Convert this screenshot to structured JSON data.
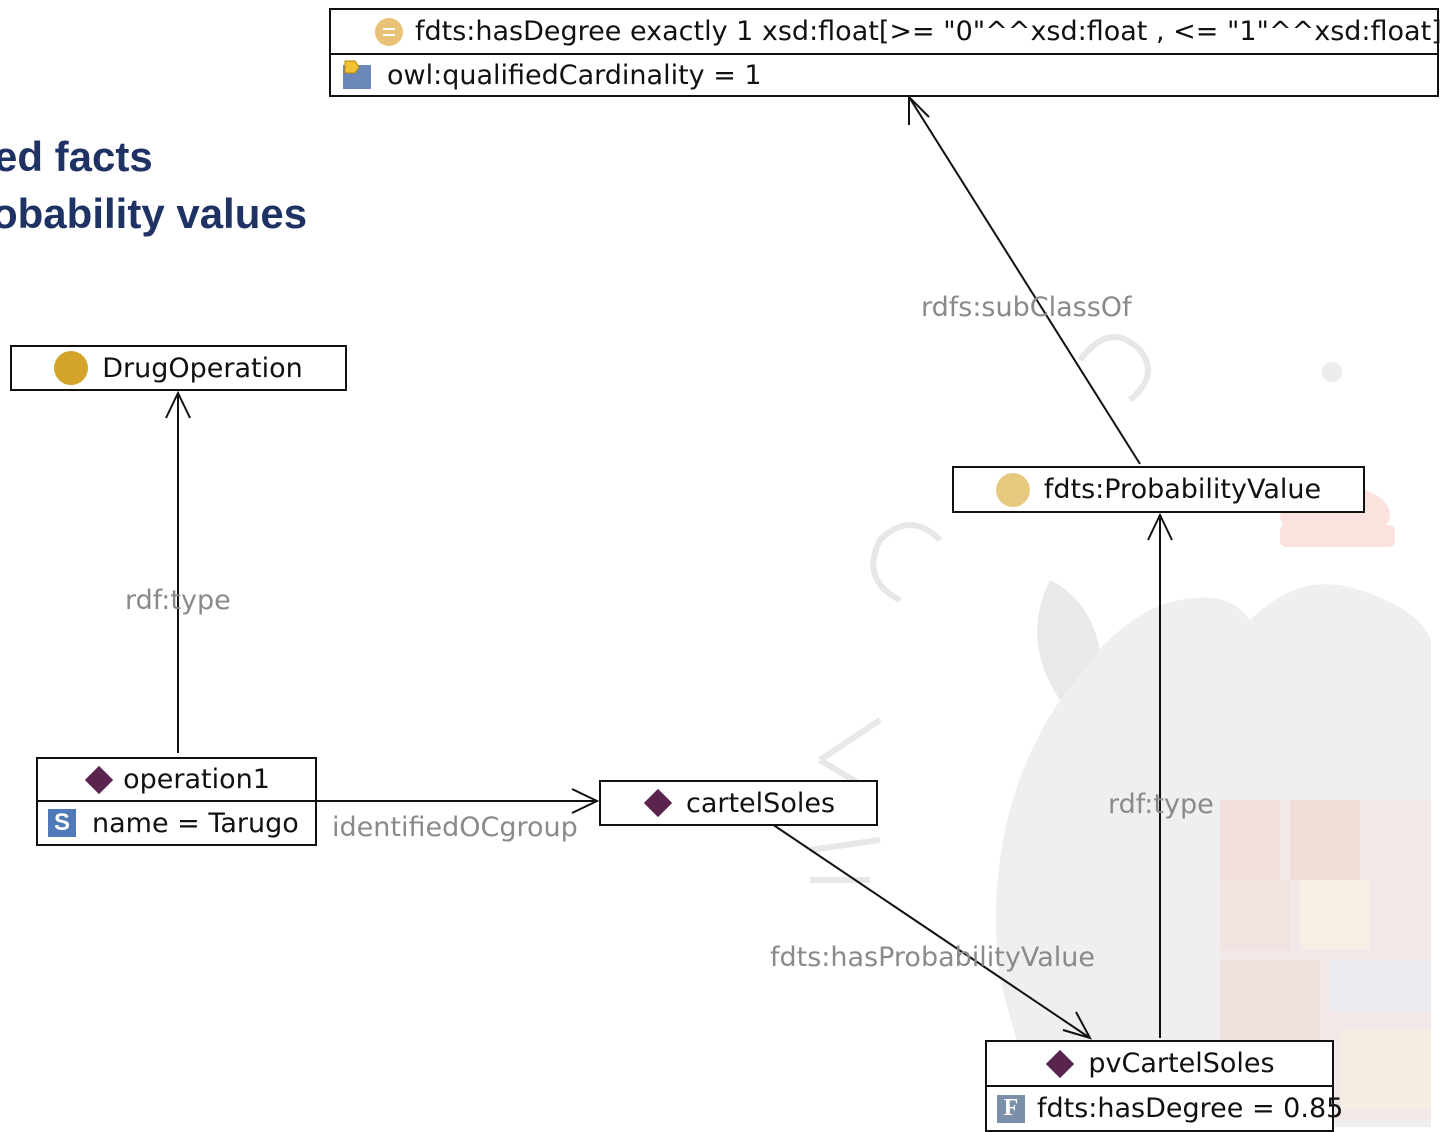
{
  "title": {
    "line1": "ed facts",
    "line2": "obability values"
  },
  "nodes": {
    "restriction": {
      "expr": "fdts:hasDegree exactly 1 xsd:float[>= \"0\"^^xsd:float , <= \"1\"^^xsd:float]",
      "annotation": "owl:qualifiedCardinality = 1",
      "icon": "restriction-icon"
    },
    "drug_operation": {
      "label": "DrugOperation",
      "icon": "class-icon"
    },
    "probability_value": {
      "label": "fdts:ProbabilityValue",
      "icon": "class-icon"
    },
    "operation1": {
      "label": "operation1",
      "property": "name = Tarugo",
      "icon": "individual-icon"
    },
    "cartel_soles": {
      "label": "cartelSoles",
      "icon": "individual-icon"
    },
    "pv_cartel_soles": {
      "label": "pvCartelSoles",
      "property": "fdts:hasDegree = 0.85",
      "icon": "individual-icon"
    }
  },
  "edges": {
    "op_type": "rdf:type",
    "identified": "identifiedOCgroup",
    "has_prob": "fdts:hasProbabilityValue",
    "pv_type": "rdf:type",
    "subclass": "rdfs:subClassOf"
  },
  "colors": {
    "title": "#1f3264",
    "class": "#d3a32b",
    "individual": "#5a2350",
    "edge_label": "#8a8a8a"
  }
}
